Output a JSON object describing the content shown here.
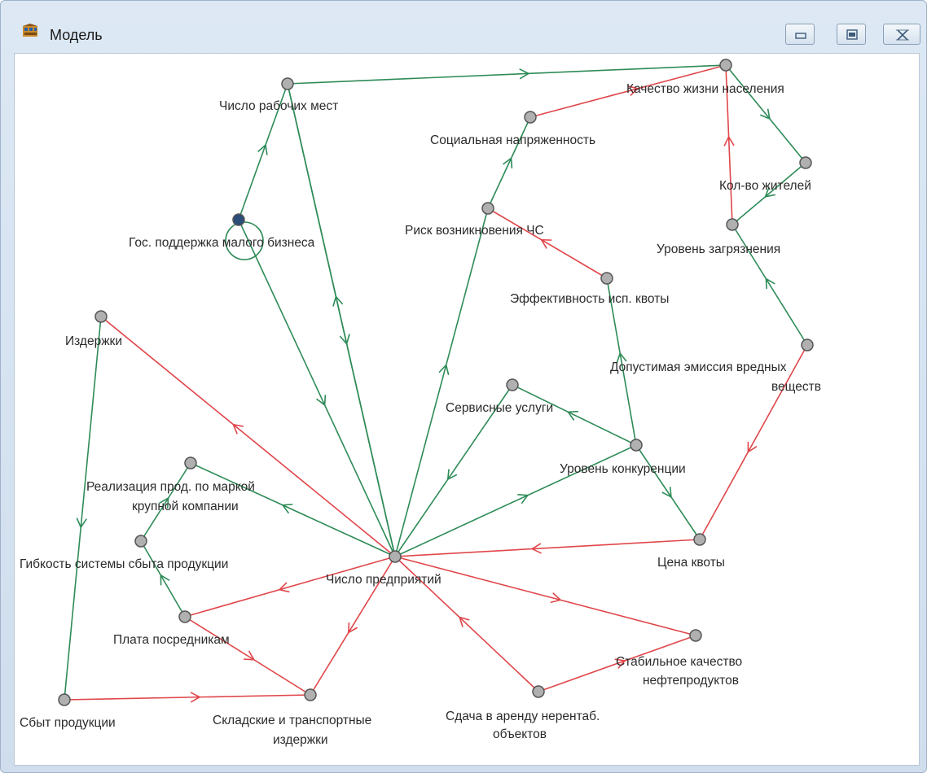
{
  "window": {
    "title": "Модель",
    "controls": {
      "minimize": "minimize",
      "maximize": "maximize",
      "close": "close"
    }
  },
  "colors": {
    "positive_edge": "#2e8b57",
    "negative_edge": "#e0464a",
    "node_fill": "#b0b0b0",
    "selected_node_fill": "#2a4d7a"
  },
  "nodes": {
    "chislo_rabochih_mest": "Число рабочих мест",
    "kachestvo_zhizni": "Качество жизни населения",
    "socialnaya_napryazhennost": "Социальная напряженность",
    "kol_vo_zhiteley": "Кол-во жителей",
    "uroven_zagryazneniya": "Уровень загрязнения",
    "risk_chs": "Риск возникновения ЧС",
    "gos_podderzhka": "Гос. поддержка малого бизнеса",
    "effektivnost_kvoty": "Эффективность исп. квоты",
    "izderzhki": "Издержки",
    "dopustimaya_emissiya_1": "Допустимая эмиссия вредных",
    "dopustimaya_emissiya_2": "веществ",
    "servisnye_uslugi": "Сервисные услуги",
    "uroven_konkurencii": "Уровень конкуренции",
    "realizaciya_1": "Реализация прод. по маркой",
    "realizaciya_2": "крупной компании",
    "gibkost": "Гибкость системы сбыта продукции",
    "chislo_predpriyatiy": "Число предприятий",
    "cena_kvoty": "Цена квоты",
    "plata_posrednikam": "Плата посредникам",
    "stabilnoe_kachestvo_1": "Стабильное качество",
    "stabilnoe_kachestvo_2": "нефтепродуктов",
    "sbyt_produkcii": "Сбыт продукции",
    "skladskie_1": "Складские и транспортные",
    "skladskie_2": "издержки",
    "sdacha_1": "Сдача в аренду нерентаб.",
    "sdacha_2": "объектов"
  },
  "edges": [
    [
      "chislo_rabochih_mest",
      "kachestvo_zhizni",
      "positive"
    ],
    [
      "socialnaya_napryazhennost",
      "kachestvo_zhizni",
      "negative"
    ],
    [
      "kachestvo_zhizni",
      "kol_vo_zhiteley",
      "positive"
    ],
    [
      "kol_vo_zhiteley",
      "uroven_zagryazneniya",
      "positive"
    ],
    [
      "uroven_zagryazneniya",
      "kachestvo_zhizni",
      "negative"
    ],
    [
      "gos_podderzhka",
      "chislo_rabochih_mest",
      "positive"
    ],
    [
      "chislo_rabochih_mest",
      "chislo_predpriyatiy",
      "positive"
    ],
    [
      "chislo_predpriyatiy",
      "chislo_rabochih_mest",
      "positive"
    ],
    [
      "gos_podderzhka",
      "chislo_predpriyatiy",
      "positive"
    ],
    [
      "risk_chs",
      "socialnaya_napryazhennost",
      "positive"
    ],
    [
      "chislo_predpriyatiy",
      "risk_chs",
      "positive"
    ],
    [
      "effektivnost_kvoty",
      "risk_chs",
      "negative"
    ],
    [
      "uroven_konkurencii",
      "effektivnost_kvoty",
      "positive"
    ],
    [
      "dopustimaya_emissiya_1",
      "uroven_zagryazneniya",
      "positive"
    ],
    [
      "dopustimaya_emissiya_1",
      "cena_kvoty",
      "negative"
    ],
    [
      "izderzhki",
      "sbyt_produkcii",
      "positive"
    ],
    [
      "chislo_predpriyatiy",
      "izderzhki",
      "negative"
    ],
    [
      "uroven_konkurencii",
      "servisnye_uslugi",
      "positive"
    ],
    [
      "servisnye_uslugi",
      "chislo_predpriyatiy",
      "positive"
    ],
    [
      "chislo_predpriyatiy",
      "uroven_konkurencii",
      "positive"
    ],
    [
      "uroven_konkurencii",
      "cena_kvoty",
      "positive"
    ],
    [
      "cena_kvoty",
      "chislo_predpriyatiy",
      "negative"
    ],
    [
      "chislo_predpriyatiy",
      "realizaciya_1",
      "positive"
    ],
    [
      "gibkost",
      "realizaciya_1",
      "positive"
    ],
    [
      "plata_posrednikam",
      "gibkost",
      "positive"
    ],
    [
      "chislo_predpriyatiy",
      "plata_posrednikam",
      "negative"
    ],
    [
      "plata_posrednikam",
      "skladskie_1",
      "negative"
    ],
    [
      "chislo_predpriyatiy",
      "skladskie_1",
      "negative"
    ],
    [
      "sbyt_produkcii",
      "skladskie_1",
      "negative"
    ],
    [
      "chislo_predpriyatiy",
      "stabilnoe_kachestvo_1",
      "negative"
    ],
    [
      "sdacha_1",
      "chislo_predpriyatiy",
      "negative"
    ],
    [
      "sdacha_1",
      "stabilnoe_kachestvo_1",
      "negative"
    ]
  ]
}
